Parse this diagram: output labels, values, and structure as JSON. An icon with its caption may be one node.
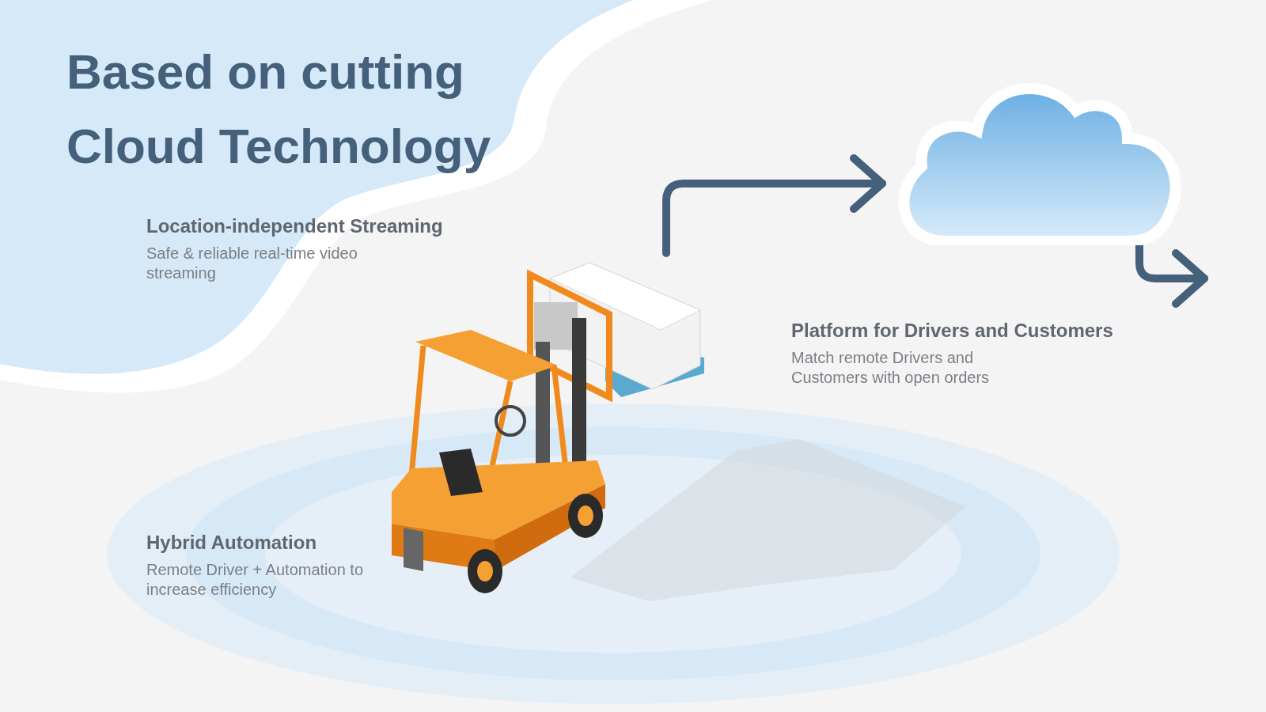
{
  "diagram": {
    "title": "Based on cutting Cloud Technology",
    "nodes": [
      {
        "text": [],
        "shape": "picture"
      },
      {
        "text": [],
        "shape": "cloud"
      }
    ],
    "edges": [
      {
        "from": 0,
        "to": 1,
        "arrow": "to"
      },
      {
        "from": 1,
        "to": null,
        "arrow": "to"
      }
    ],
    "labels": [
      "Location-independent Streaming",
      "Safe & reliable real-time video streaming",
      "Platform for Drivers and Customers",
      "Match remote Drivers and Customers with open orders",
      "Hybrid Automation",
      "Remote Driver + Automation to increase efficiency"
    ]
  }
}
